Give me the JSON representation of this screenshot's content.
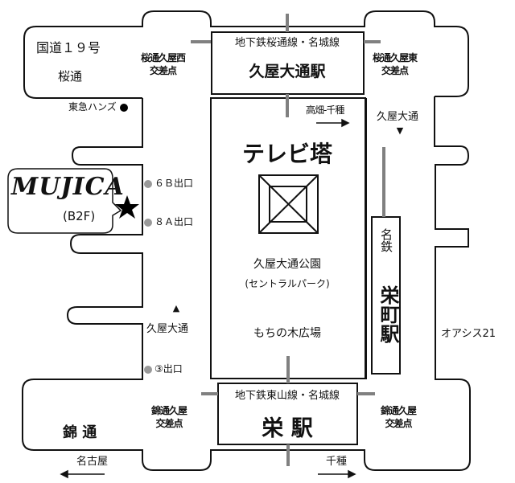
{
  "roads": {
    "route19": "国道１９号",
    "sakura_dori": "桜通",
    "nishiki_dori": "錦 通",
    "hisaya_odori_north": "久屋大通",
    "hisaya_odori_south": "久屋大通"
  },
  "intersections": {
    "nw": [
      "桜通久屋西",
      "交差点"
    ],
    "ne": [
      "桜通久屋東",
      "交差点"
    ],
    "sw": [
      "錦通久屋",
      "交差点"
    ],
    "se": [
      "錦通久屋",
      "交差点"
    ]
  },
  "stations": {
    "hisaya": {
      "line": "地下鉄桜通線・名城線",
      "name": "久屋大通駅"
    },
    "sakae": {
      "line": "地下鉄東山線・名城線",
      "name": "栄 駅"
    },
    "meitetsu": {
      "line": "名鉄",
      "name": "栄町駅"
    }
  },
  "landmarks": {
    "tokyu_hands": "東急ハンズ",
    "tv_tower": "テレビ塔",
    "park": "久屋大通公園",
    "park_sub": "(セントラルパーク)",
    "mochinoki": "もちの木広場",
    "oasis": "オアシス21"
  },
  "exits": [
    "６Ｂ出口",
    "８Ａ出口",
    "③出口"
  ],
  "directions": {
    "takabata": "高畑-千種",
    "nagoya": "名古屋",
    "chikusa": "千種"
  },
  "shop": {
    "name": "MUJICA",
    "floor": "(B2F)"
  },
  "colors": {
    "line": "#111111",
    "rail": "#808080",
    "exit_dot": "#999999"
  }
}
